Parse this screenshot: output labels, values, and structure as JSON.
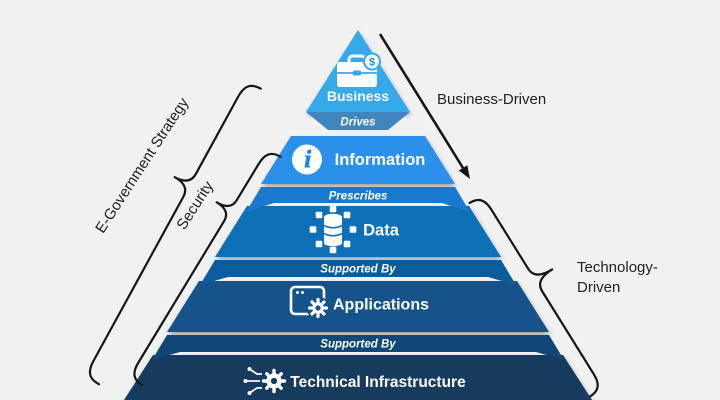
{
  "background": "#f1f1f2",
  "pyramid": {
    "tiers": [
      {
        "label": "Business",
        "fill": "#35a9e9",
        "icon": "briefcase-dollar-icon"
      },
      {
        "label": "Information",
        "fill": "#2b90ea",
        "icon": "info-circle-icon"
      },
      {
        "label": "Data",
        "fill": "#0f70b7",
        "icon": "database-network-icon"
      },
      {
        "label": "Applications",
        "fill": "#15528b",
        "icon": "app-window-gear-icon"
      },
      {
        "label": "Technical Infrastructure",
        "fill": "#133a5e",
        "icon": "circuit-gear-icon"
      }
    ],
    "connectors": [
      {
        "label": "Drives",
        "fill": "#3e86bd"
      },
      {
        "label": "Prescribes",
        "fill": "#1979ce"
      },
      {
        "label": "Supported By",
        "fill": "#0a5c9c"
      },
      {
        "label": "Supported By",
        "fill": "#0f4777"
      }
    ]
  },
  "annotations": {
    "left_outer": {
      "label": "E-Government Strategy"
    },
    "left_inner": {
      "label": "Security"
    },
    "right_top": {
      "label": "Business-Driven"
    },
    "right_bottom": {
      "line1": "Technology-",
      "line2": "Driven"
    }
  }
}
